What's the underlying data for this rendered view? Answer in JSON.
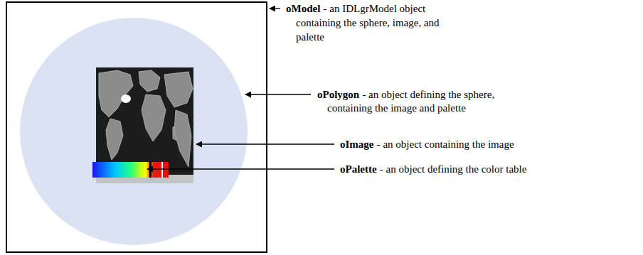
{
  "diagram": {
    "nodes": [
      {
        "text": [
          "oModel",
          "- an IDLgrModel object containing the sphere, image, and palette"
        ]
      },
      {
        "text": [
          "oPolygon",
          "- an object defining the sphere, containing the image and palette"
        ],
        "in": 0
      },
      {
        "text": [
          "oImage",
          "- an object containing the image"
        ],
        "in": 1
      },
      {
        "text": [
          "oPalette",
          "- an object defining the color table"
        ],
        "in": 2
      }
    ]
  }
}
